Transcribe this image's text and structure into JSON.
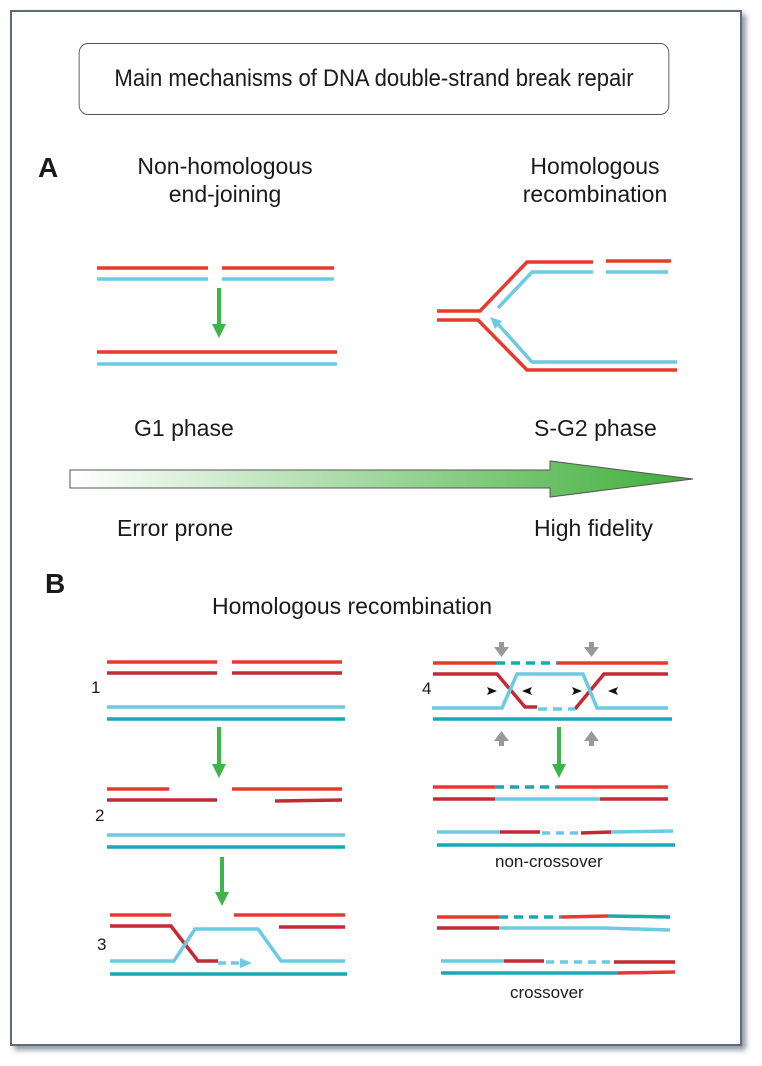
{
  "title": "Main mechanisms of DNA double-strand break repair",
  "panel_a": {
    "label": "A",
    "nhej": {
      "title_line1": "Non-homologous",
      "title_line2": "end-joining"
    },
    "hr": {
      "title_line1": "Homologous",
      "title_line2": "recombination"
    },
    "phase_left": "G1 phase",
    "phase_right": "S-G2 phase",
    "fidelity_left": "Error prone",
    "fidelity_right": "High fidelity",
    "gradient_arrow": {
      "start_color": "#ffffff",
      "end_color": "#3fae3a"
    }
  },
  "panel_b": {
    "label": "B",
    "title": "Homologous recombination",
    "steps": [
      "1",
      "2",
      "3",
      "4"
    ],
    "outcome_noncrossover": "non-crossover",
    "outcome_crossover": "crossover"
  },
  "colors": {
    "red_strand": "#e8392f",
    "dark_red_strand": "#c42a35",
    "light_blue_strand": "#6ccbe0",
    "teal_strand": "#1aa6b4",
    "green_arrow": "#3db54a",
    "gray_arrow": "#999999",
    "black_arrow": "#111111",
    "frame": "#5d6b7b"
  }
}
